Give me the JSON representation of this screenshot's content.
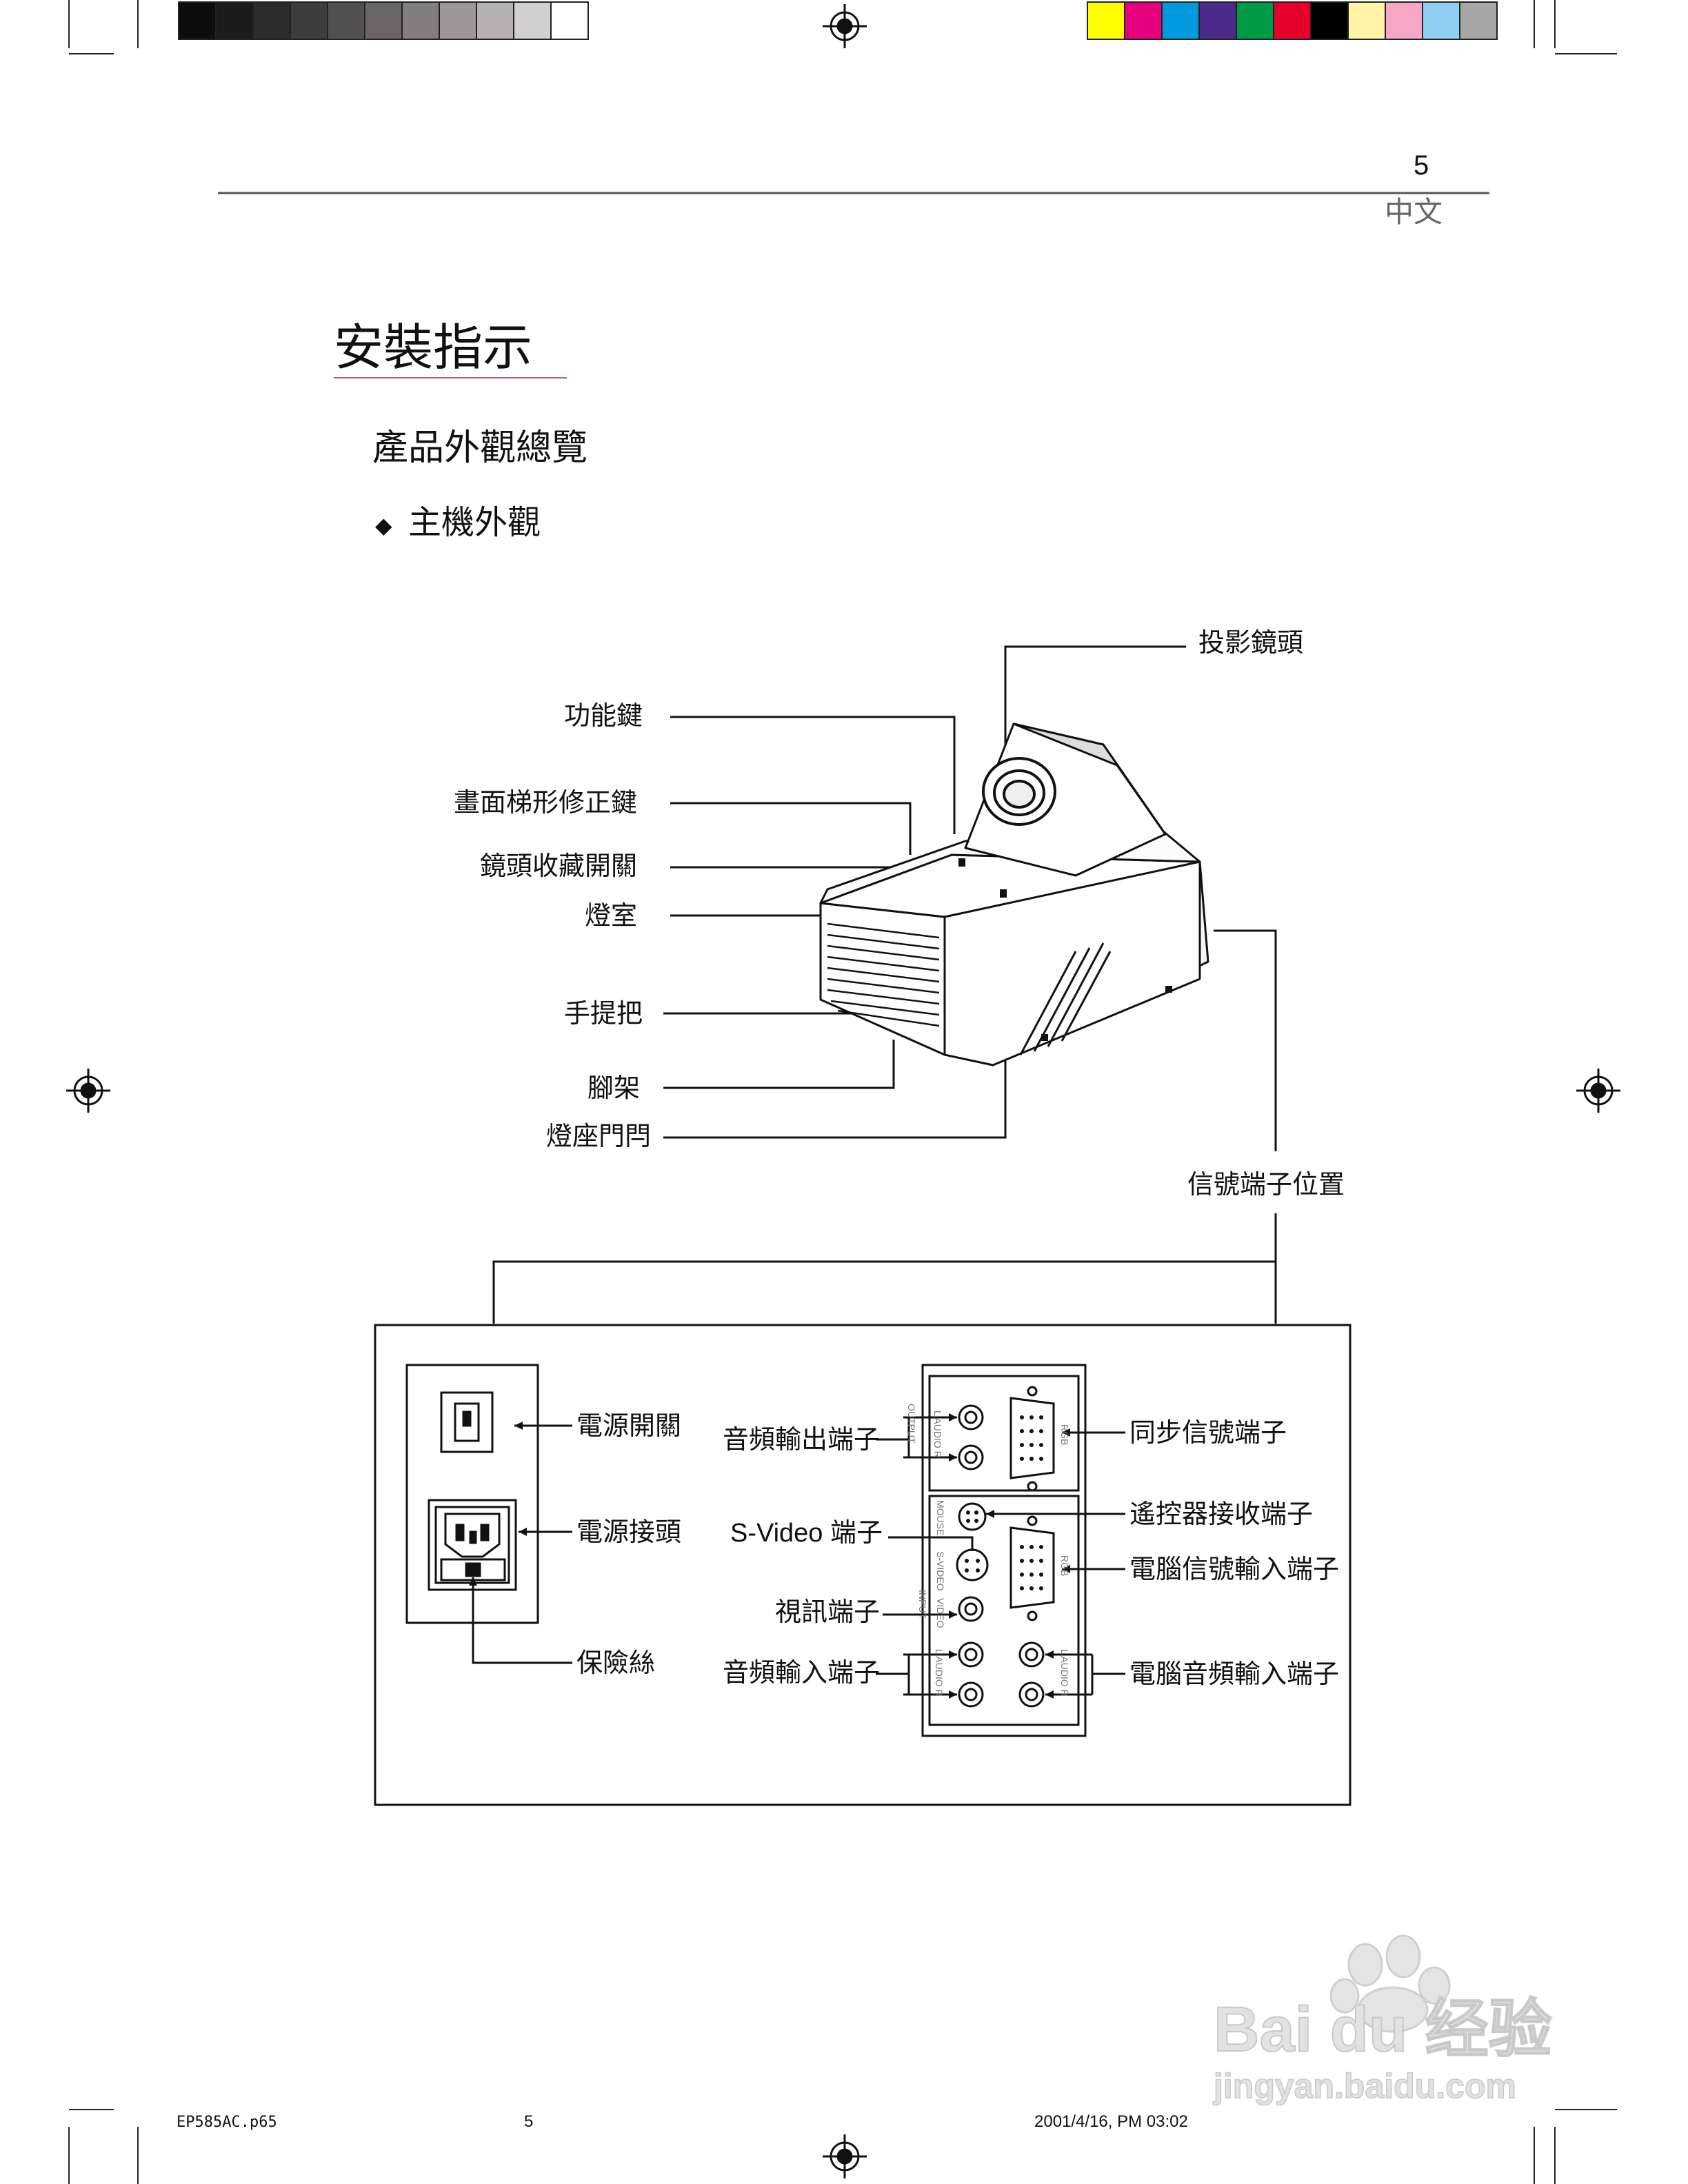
{
  "header": {
    "page_number": "5",
    "language": "中文"
  },
  "section": {
    "title": "安裝指示",
    "subtitle": "產品外觀總覽",
    "bullet": "主機外觀"
  },
  "callouts": {
    "projection_lens": "投影鏡頭",
    "function_keys": "功能鍵",
    "keystone_key": "畫面梯形修正鍵",
    "lens_storage_switch": "鏡頭收藏開關",
    "lamp_chamber": "燈室",
    "handle": "手提把",
    "foot_stand": "腳架",
    "lamp_door_latch": "燈座門閂",
    "signal_terminal_location": "信號端子位置"
  },
  "panel": {
    "power_switch": "電源開關",
    "power_socket": "電源接頭",
    "fuse": "保險絲",
    "audio_out": "音頻輸出端子",
    "svideo": "S-Video 端子",
    "video": "視訊端子",
    "audio_in": "音頻輸入端子",
    "sync": "同步信號端子",
    "remote_receiver": "遙控器接收端子",
    "pc_signal_in": "電腦信號輸入端子",
    "pc_audio_in": "電腦音頻輸入端子",
    "connector_labels": {
      "output": "OUTPUT",
      "audio_lr": "L AUDIO R",
      "rgb": "RGB",
      "mouse": "MOUSE",
      "svideo": "S-VIDEO",
      "input": "INPUT",
      "video": "VIDEO"
    }
  },
  "footer": {
    "file": "EP585AC.p65",
    "page": "5",
    "date": "2001/4/16, PM 03:02"
  },
  "watermark": {
    "brand": "Bai du 经验",
    "url": "jingyan.baidu.com"
  },
  "colors": {
    "gray_bar": [
      "#0d0d0d",
      "#1c1a1a",
      "#2e2b2b",
      "#403c3c",
      "#555050",
      "#6b6565",
      "#837d7d",
      "#9d9797",
      "#b7b1b1",
      "#d3cfcf",
      "#ffffff"
    ],
    "color_bar": [
      "#ffff00",
      "#e6007e",
      "#0099dd",
      "#4b2a8a",
      "#009a44",
      "#e4002b",
      "#000000",
      "#fff4a8",
      "#f6a7c6",
      "#8fd0f2",
      "#a6a6a6"
    ],
    "title_underline": "#b06070"
  }
}
